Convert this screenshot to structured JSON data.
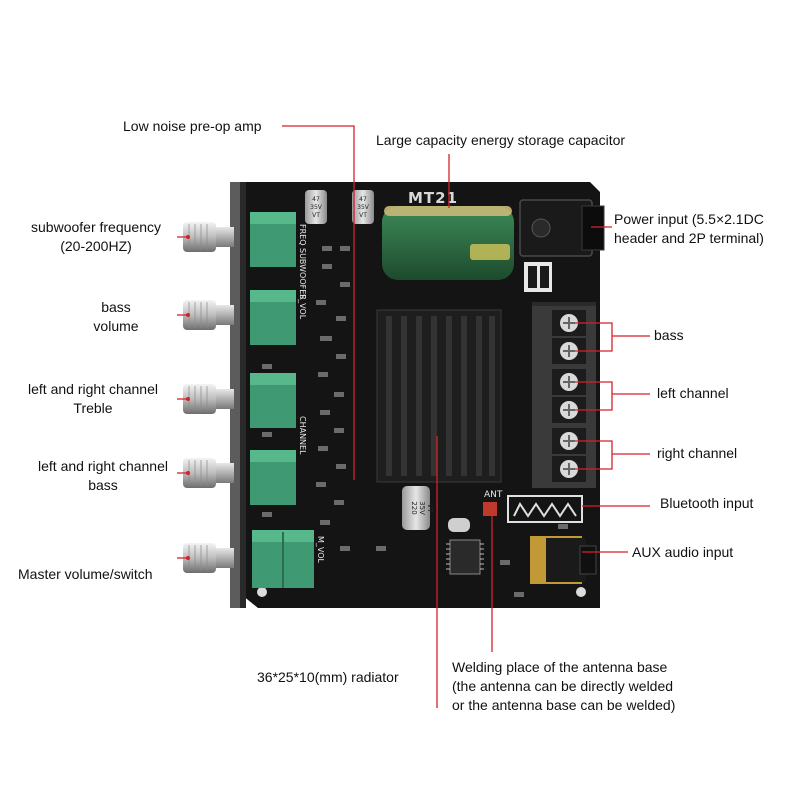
{
  "board": {
    "model": "MT21",
    "silk_freq": "FREQ",
    "silk_subwoofer": "SUBWOOFER",
    "silk_s_vol": "S_VOL",
    "silk_channel": "CHANNEL",
    "silk_m_vol": "M_VOL",
    "silk_ant": "ANT",
    "cap_small_1": [
      "47",
      "35V",
      "VT"
    ],
    "cap_small_2": [
      "47",
      "35V",
      "VT"
    ],
    "cap_center": [
      "220",
      "35V",
      "VT"
    ]
  },
  "callouts": {
    "pre_amp": "Low noise pre-op amp",
    "energy_cap": "Large capacity energy storage capacitor",
    "power_input_l1": "Power input (5.5×2.1DC",
    "power_input_l2": "header and 2P terminal)",
    "sub_freq_l1": "subwoofer frequency",
    "sub_freq_l2": "(20-200HZ)",
    "bass_vol_l1": "bass",
    "bass_vol_l2": "volume",
    "treble_l1": "left and right channel",
    "treble_l2": "Treble",
    "lr_bass_l1": "left and right channel",
    "lr_bass_l2": "bass",
    "master": "Master volume/switch",
    "bass_out": "bass",
    "left_ch": "left channel",
    "right_ch": "right channel",
    "bluetooth": "Bluetooth input",
    "aux": "AUX audio input",
    "radiator": "36*25*10(mm) radiator",
    "antenna_l1": "Welding place of the antenna base",
    "antenna_l2": "(the antenna can be directly welded",
    "antenna_l3": "or the antenna base can be welded)"
  },
  "colors": {
    "pcb": "#141414",
    "heatsink": "#1e1e1e",
    "cap_green": "#2e6b43",
    "pot_green": "#3f9a73",
    "leader_red": "#d4222a",
    "terminal_grey": "#3a3a3a"
  }
}
